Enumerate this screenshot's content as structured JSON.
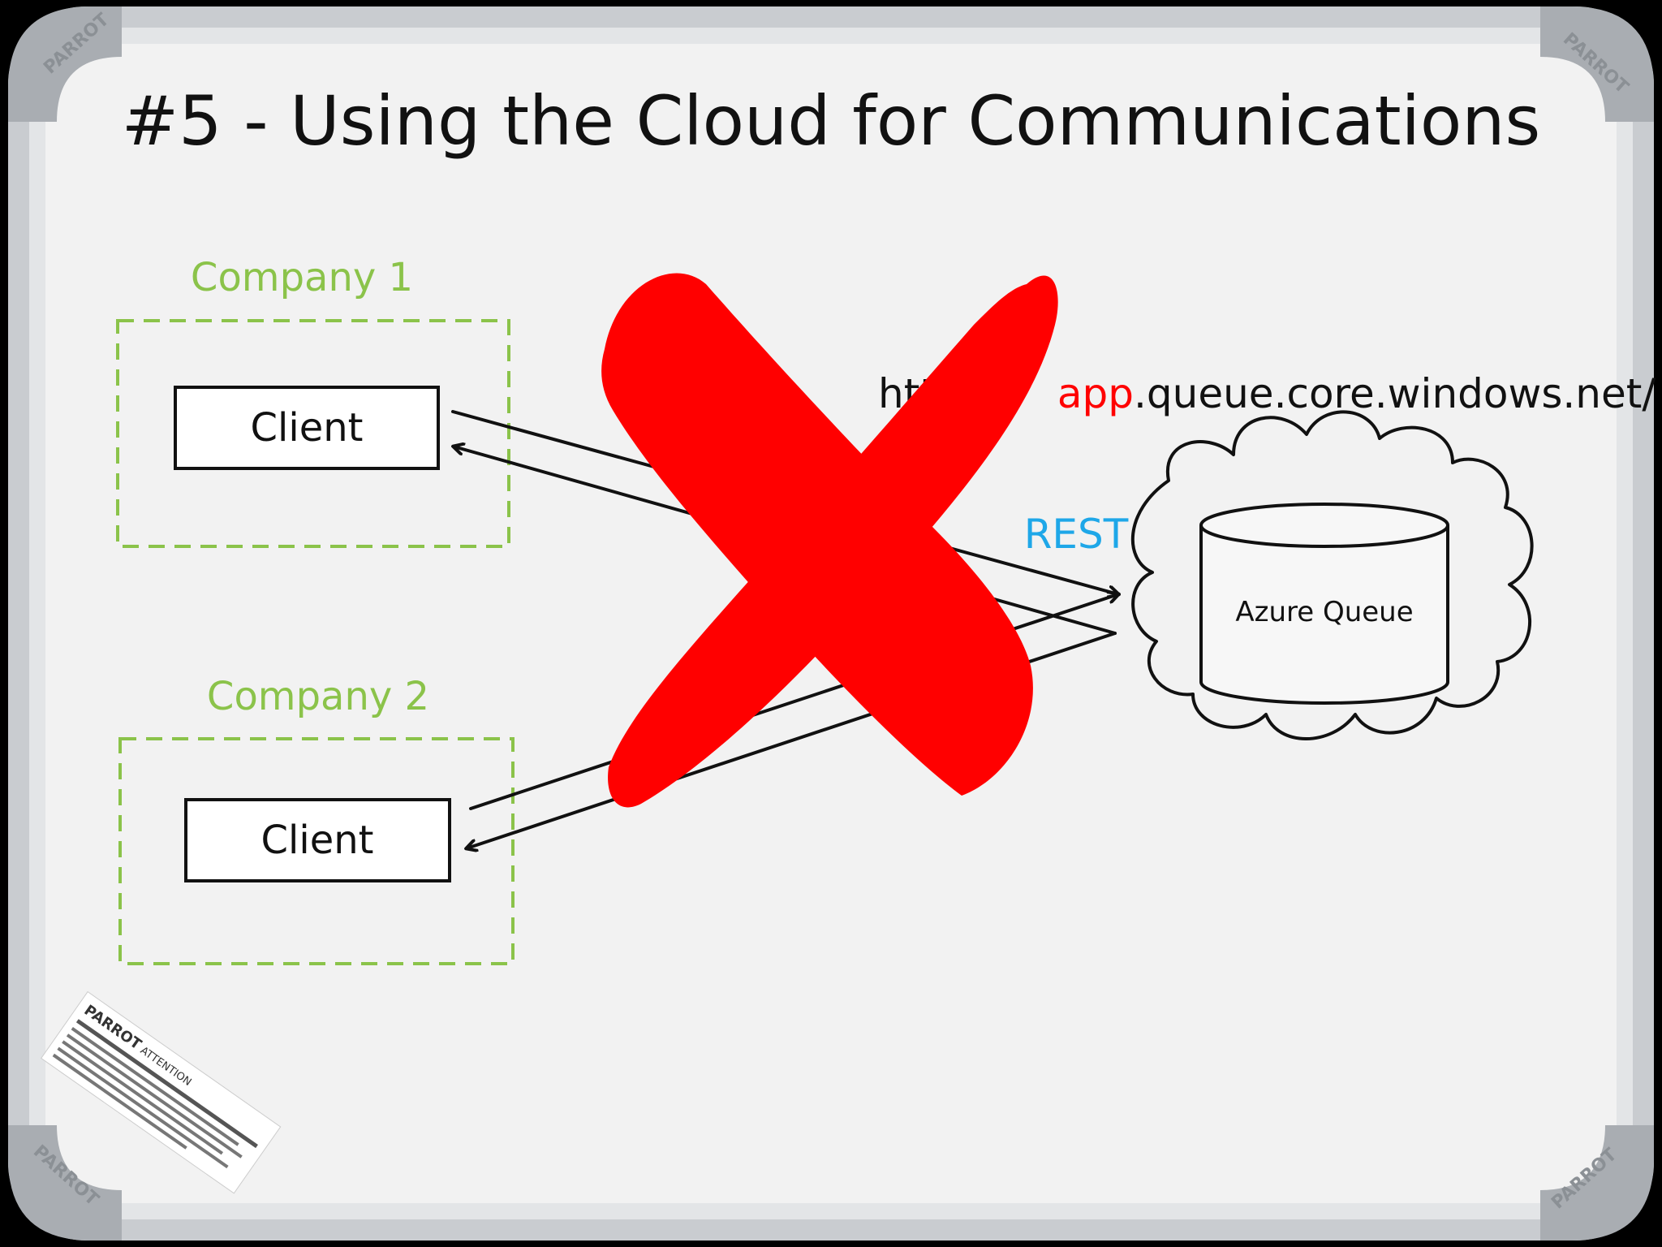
{
  "board": {
    "brand": "PARROT",
    "sticker_heading": "ATTENTION",
    "frame_color": "#c9ccd0",
    "surface_color": "#f2f2f2"
  },
  "title": "#5 - Using the Cloud for Communications",
  "company1": {
    "label": "Company 1",
    "client_label": "Client"
  },
  "company2": {
    "label": "Company 2",
    "client_label": "Client"
  },
  "protocol_label": "REST",
  "url": {
    "prefix": "htt",
    "highlight": "app",
    "suffix": ".queue.core.windows.net/"
  },
  "queue_label": "Azure Queue",
  "colors": {
    "ink": "#111111",
    "company_green": "#8bc34a",
    "rest_blue": "#1ea7e8",
    "url_red": "#ff0000",
    "cross_red": "#ff0000"
  }
}
